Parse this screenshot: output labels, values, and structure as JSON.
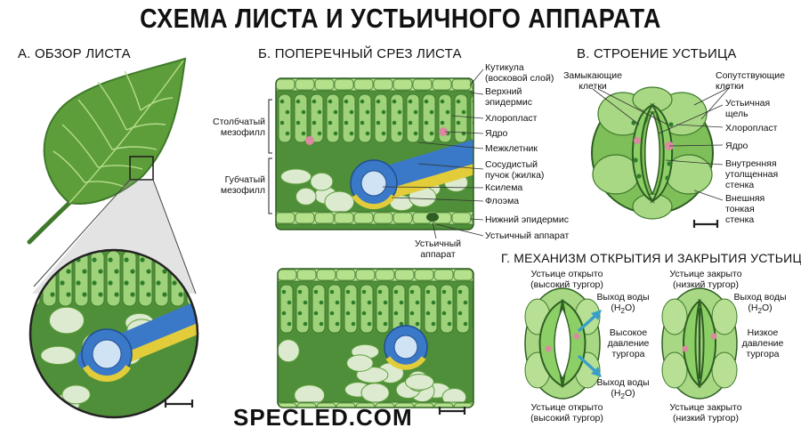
{
  "title": "СХЕМА ЛИСТА И УСТЬИЧНОГО АППАРАТА",
  "sections": {
    "a": "А. ОБЗОР ЛИСТА",
    "b": "Б. ПОПЕРЕЧНЫЙ СРЕЗ ЛИСТА",
    "v": "В. СТРОЕНИЕ УСТЬИЦА",
    "g": "Г. МЕХАНИЗМ ОТКРЫТИЯ И ЗАКРЫТИЯ УСТЬИЦА"
  },
  "cross_section_labels": {
    "cuticle_1": "Кутикула",
    "cuticle_2": "(восковой слой)",
    "upper_epidermis_1": "Верхний",
    "upper_epidermis_2": "эпидермис",
    "chloroplast": "Хлоропласт",
    "nucleus": "Ядро",
    "intercellular": "Межклетник",
    "bundle_1": "Сосудистый",
    "bundle_2": "пучок (жилка)",
    "xylem": "Ксилема",
    "phloem": "Флоэма",
    "lower_epidermis": "Нижний эпидермис",
    "stomatal_apparatus": "Устьичный аппарат",
    "stomata_bottom_1": "Устьичный",
    "stomata_bottom_2": "аппарат",
    "palisade_1": "Столбчатый",
    "palisade_2": "мезофилл",
    "spongy_1": "Губчатый",
    "spongy_2": "мезофилл"
  },
  "stoma_labels": {
    "guard_1": "Замыкающие",
    "guard_2": "клетки",
    "subsidiary_1": "Сопутствующие",
    "subsidiary_2": "клетки",
    "pore_1": "Устьичная",
    "pore_2": "щель",
    "chloroplast": "Хлоропласт",
    "nucleus": "Ядро",
    "inner_wall_1": "Внутренняя",
    "inner_wall_2": "утолщенная",
    "inner_wall_3": "стенка",
    "outer_wall_1": "Внешняя",
    "outer_wall_2": "тонкая",
    "outer_wall_3": "стенка"
  },
  "mechanism_labels": {
    "open_top_1": "Устьице открыто",
    "open_top_2": "(высокий тургор)",
    "closed_top_1": "Устьице закрыто",
    "closed_top_2": "(низкий тургор)",
    "water_out_1": "Выход воды",
    "water_out_2": "(H",
    "water_out_sub": "2",
    "water_out_3": "O)",
    "high_pressure_1": "Высокое",
    "high_pressure_2": "давление",
    "high_pressure_3": "тургора",
    "low_pressure_1": "Низкое",
    "low_pressure_2": "давление",
    "low_pressure_3": "тургора",
    "open_bottom_1": "Устьице открыто",
    "open_bottom_2": "(высокий тургор)",
    "closed_bottom_1": "Устьице закрыто",
    "closed_bottom_2": "(низкий тургор)"
  },
  "brand": "SPECLED.COM",
  "colors": {
    "leaf": "#5e9e3a",
    "leaf_dark": "#3f7a2a",
    "cell": "#9fd27a",
    "mesophyll": "#4f8f3a",
    "chloroplast": "#2f7d2a",
    "nucleus": "#d98aa0",
    "xylem": "#3a78c8",
    "phloem": "#e2cc3a",
    "air_space": "#dcebd0"
  }
}
